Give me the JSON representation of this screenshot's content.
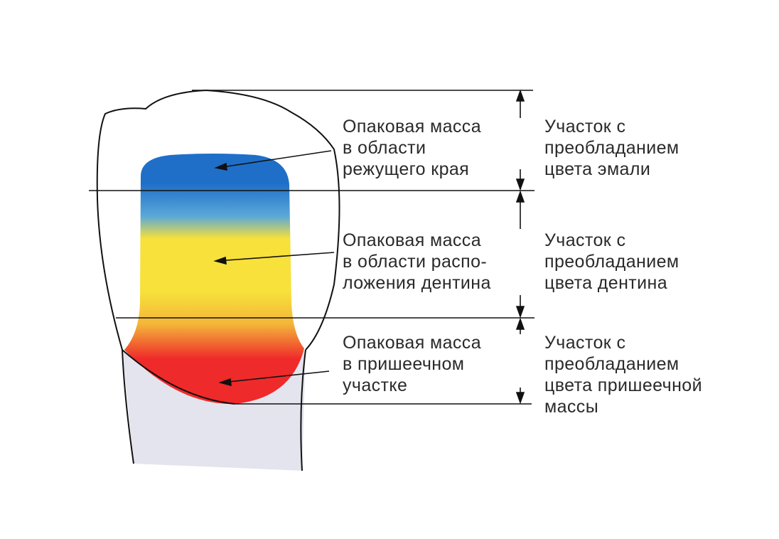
{
  "colors": {
    "enamel_zone": "#1f6fc8",
    "dentin_zone": "#f7e13a",
    "cervical_zone": "#ef2a2a",
    "root": "#e4e4ee",
    "outline": "#111111"
  },
  "zones": [
    {
      "mass_label": [
        "Опаковая масса",
        "в области",
        "режущего края"
      ],
      "region_label": [
        "Участок с",
        "преобладанием",
        "цвета эмали"
      ]
    },
    {
      "mass_label": [
        "Опаковая масса",
        "в области распо-",
        "ложения дентина"
      ],
      "region_label": [
        "Участок с",
        "преобладанием",
        "цвета дентина"
      ]
    },
    {
      "mass_label": [
        "Опаковая масса",
        "в пришеечном",
        "участке"
      ],
      "region_label": [
        "Участок с",
        "преобладанием",
        "цвета пришеечной",
        "массы"
      ]
    }
  ]
}
